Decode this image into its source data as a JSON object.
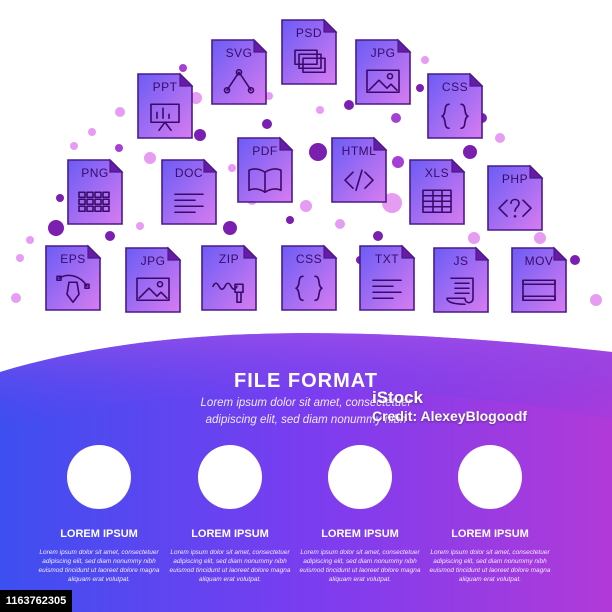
{
  "colors": {
    "purple": "#8a2be2",
    "violet": "#b347d9",
    "blue": "#4a4ef0",
    "pink": "#e79cf3"
  },
  "icons": [
    {
      "label": "PSD",
      "name": "psd-file-icon",
      "glyph": "stack-icon"
    },
    {
      "label": "SVG",
      "name": "svg-file-icon",
      "glyph": "vector-icon"
    },
    {
      "label": "JPG",
      "name": "jpg-file-icon",
      "glyph": "image-icon"
    },
    {
      "label": "PPT",
      "name": "ppt-file-icon",
      "glyph": "presentation-icon"
    },
    {
      "label": "CSS",
      "name": "css-file-icon",
      "glyph": "braces-icon"
    },
    {
      "label": "PNG",
      "name": "png-file-icon",
      "glyph": "grid-icon"
    },
    {
      "label": "DOC",
      "name": "doc-file-icon",
      "glyph": "text-lines-icon"
    },
    {
      "label": "PDF",
      "name": "pdf-file-icon",
      "glyph": "book-icon"
    },
    {
      "label": "HTML",
      "name": "html-file-icon",
      "glyph": "code-icon"
    },
    {
      "label": "XLS",
      "name": "xls-file-icon",
      "glyph": "spreadsheet-icon"
    },
    {
      "label": "PHP",
      "name": "php-file-icon",
      "glyph": "php-code-icon"
    },
    {
      "label": "EPS",
      "name": "eps-file-icon",
      "glyph": "pen-tool-icon"
    },
    {
      "label": "JPG",
      "name": "jpg-file-icon-2",
      "glyph": "image-icon"
    },
    {
      "label": "ZIP",
      "name": "zip-file-icon",
      "glyph": "zipper-icon"
    },
    {
      "label": "CSS",
      "name": "css-file-icon-2",
      "glyph": "braces-icon"
    },
    {
      "label": "TXT",
      "name": "txt-file-icon",
      "glyph": "text-lines-icon"
    },
    {
      "label": "JS",
      "name": "js-file-icon",
      "glyph": "scroll-icon"
    },
    {
      "label": "MOV",
      "name": "mov-file-icon",
      "glyph": "film-icon"
    }
  ],
  "title": "FILE FORMAT",
  "lead": {
    "line1": "Lorem ipsum dolor sit amet, consectetuer",
    "line2": "adipiscing elit, sed diam nonummy nibh"
  },
  "watermark": {
    "brand": "iStock",
    "credit": "Credit: AlexeyBlogoodf"
  },
  "cards": [
    {
      "icon": "DOC",
      "title": "LOREM IPSUM",
      "l1": "Lorem ipsum dolor sit amet, consectetuer",
      "l2": "adipiscing elit, sed diam nonummy nibh",
      "l3": "euismod tincidunt ut laoreet dolore magna",
      "l4": "aliquam erat volutpat."
    },
    {
      "icon": "HTML",
      "title": "LOREM IPSUM",
      "l1": "Lorem ipsum dolor sit amet, consectetuer",
      "l2": "adipiscing elit, sed diam nonummy nibh",
      "l3": "euismod tincidunt ut laoreet dolore magna",
      "l4": "aliquam erat volutpat."
    },
    {
      "icon": "MOV",
      "title": "LOREM IPSUM",
      "l1": "Lorem ipsum dolor sit amet, consectetuer",
      "l2": "adipiscing elit, sed diam nonummy nibh",
      "l3": "euismod tincidunt ut laoreet dolore magna",
      "l4": "aliquam erat volutpat."
    },
    {
      "icon": "XLS",
      "title": "LOREM IPSUM",
      "l1": "Lorem ipsum dolor sit amet, consectetuer",
      "l2": "adipiscing elit, sed diam nonummy nibh",
      "l3": "euismod tincidunt ut laoreet dolore magna",
      "l4": "aliquam erat volutpat."
    }
  ],
  "stock_id": "1163762305"
}
